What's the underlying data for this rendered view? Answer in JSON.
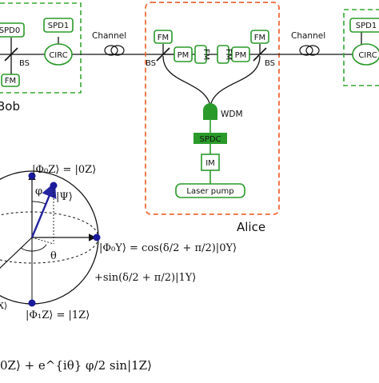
{
  "labels": {
    "bob": "Bob",
    "alice": "Alice",
    "channel": "Channel",
    "bs": "BS",
    "spd0": "SPD0",
    "spd1": "SPD1",
    "circ": "CIRC",
    "fm": "FM",
    "pm": "PM",
    "wdm": "WDM",
    "spdc": "SPDC",
    "im": "IM",
    "laser_pump": "Laser pump"
  },
  "equations": {
    "phi0z": "|Φ₀Z⟩ = |0Z⟩",
    "psi": "|Ψ⟩",
    "phi_angle": "φ",
    "theta_angle": "θ",
    "phi0y": "|Φ₀Y⟩ = cos(δ/2 + π/2)|0Y⟩",
    "sin_term": "+sin(δ/2 + π/2)|1Y⟩",
    "phi1z": "|Φ₁Z⟩ = |1Z⟩",
    "x_partial": "X⟩",
    "bottom": "0Z⟩ + e^{iθ} φ/2 sin|1Z⟩"
  },
  "colors": {
    "green": "#2a9a2a",
    "green_dashed": "#34a834",
    "orange_dashed": "#ee6a3a",
    "sphere_dot": "#1a1a9a",
    "psi_arrow": "#2424a0"
  }
}
